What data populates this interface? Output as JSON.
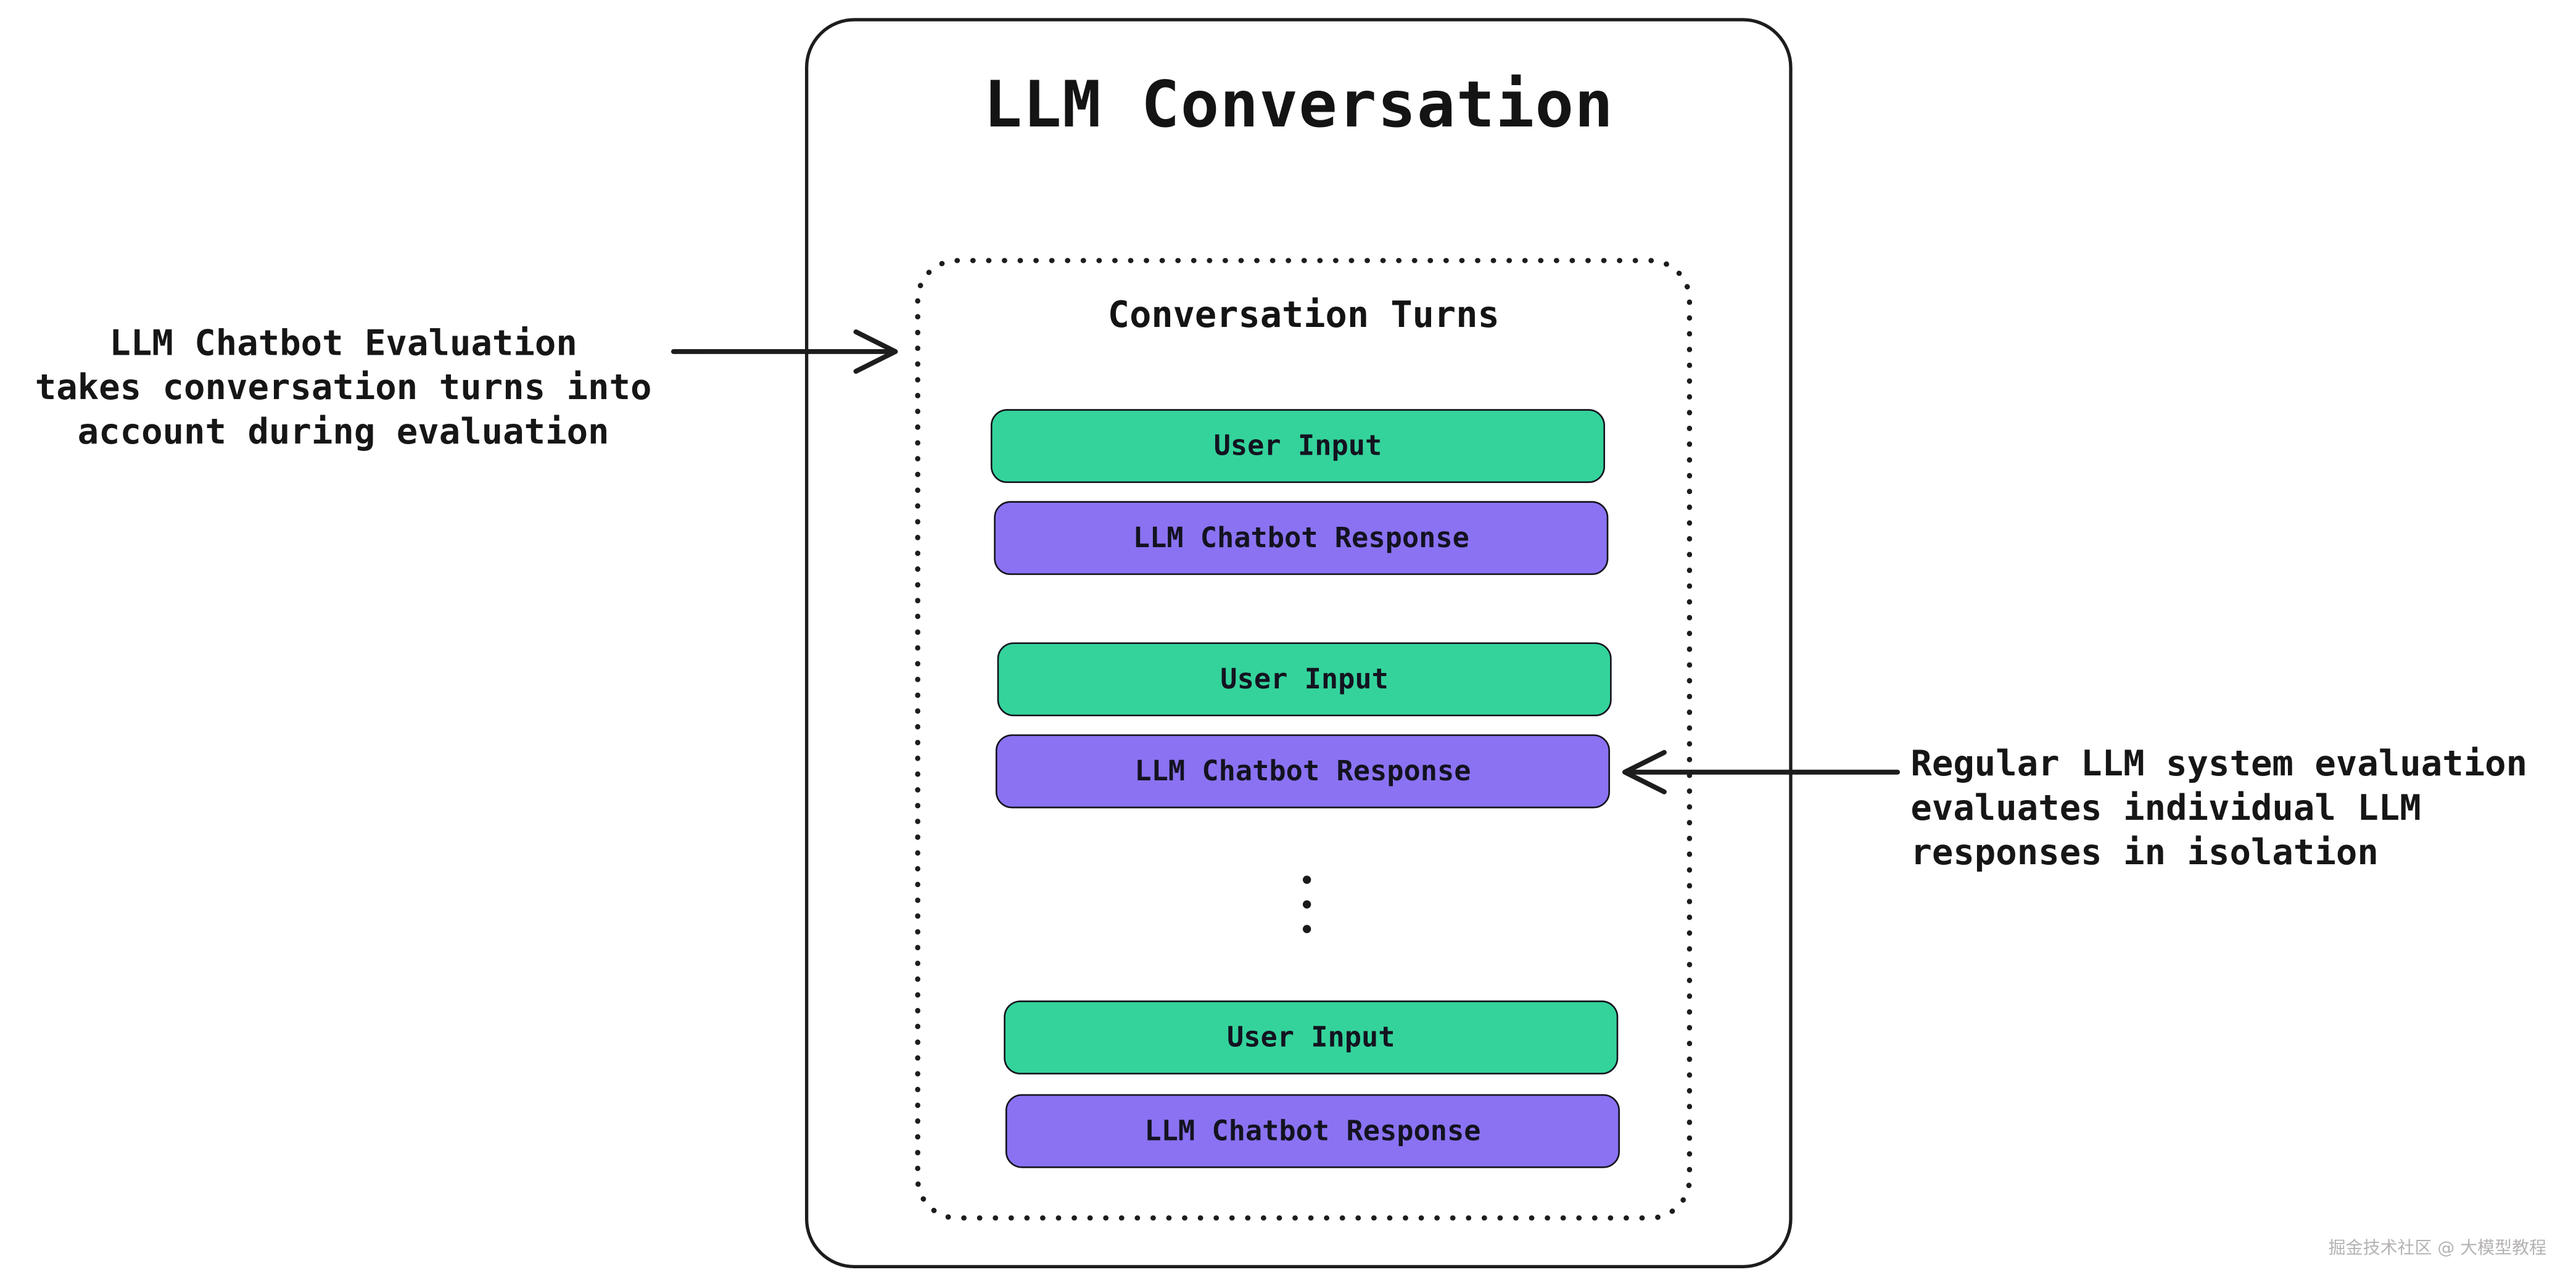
{
  "diagram": {
    "title": "LLM Conversation",
    "conversation_turns": {
      "title": "Conversation Turns",
      "ellipsis": "⋮",
      "turns": [
        {
          "user_input": "User Input",
          "llm_response": "LLM Chatbot Response"
        },
        {
          "user_input": "User Input",
          "llm_response": "LLM Chatbot Response"
        },
        {
          "user_input": "User Input",
          "llm_response": "LLM Chatbot Response"
        }
      ]
    },
    "annotations": {
      "left": {
        "lines": [
          "LLM Chatbot Evaluation",
          "takes conversation turns into",
          "account during evaluation"
        ]
      },
      "right": {
        "lines": [
          "Regular LLM system evaluation",
          "evaluates individual LLM",
          "responses in isolation"
        ]
      }
    },
    "watermark": "掘金技术社区 @ 大模型教程",
    "colors": {
      "user_input_fill": "#34d39b",
      "llm_response_fill": "#8b72f2",
      "stroke": "#1d1d1d",
      "watermark_text": "#b5b2b2",
      "background": "#ffffff"
    }
  }
}
